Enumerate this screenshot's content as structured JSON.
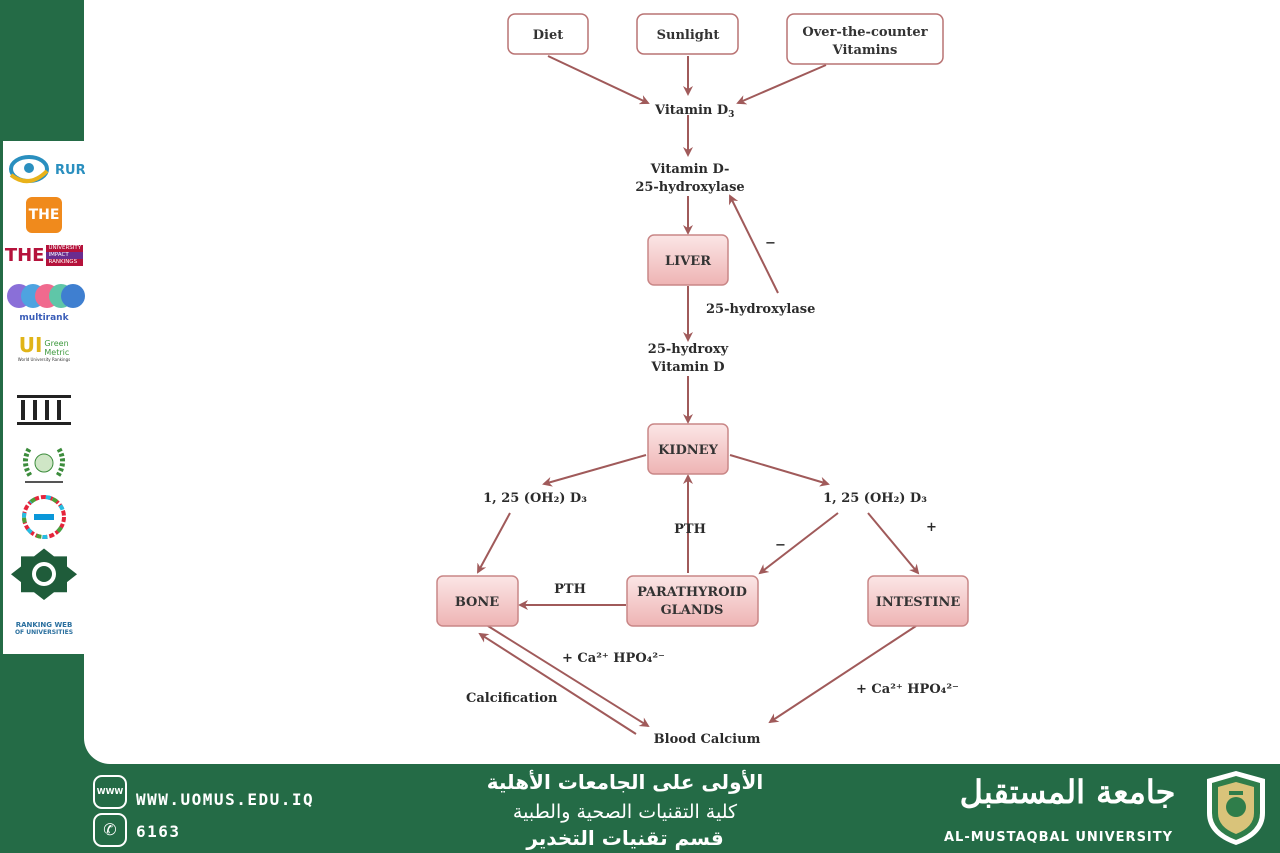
{
  "colors": {
    "green": "#246b46",
    "arrow": "#a05a5a",
    "box_fill": "#f2c6c6",
    "box_border": "#c98787"
  },
  "sidebar_logos": [
    {
      "icon": "rur-logo",
      "label": "RUR"
    },
    {
      "icon": "the-logo",
      "label": "THE"
    },
    {
      "icon": "the-impact-logo",
      "label": "THE",
      "sub": [
        "UNIVERSITY",
        "IMPACT",
        "RANKINGS"
      ]
    },
    {
      "icon": "multirank-logo",
      "label": "multirank"
    },
    {
      "icon": "greenmetric-logo",
      "label": "UI",
      "sub": [
        "Green",
        "Metric",
        "World University Rankings"
      ]
    },
    {
      "icon": "pillars-logo",
      "label": ""
    },
    {
      "icon": "arab-universities-logo",
      "label": ""
    },
    {
      "icon": "sdg-logo",
      "label": ""
    },
    {
      "icon": "arab-engineers-logo",
      "label": ""
    },
    {
      "icon": "webometrics-logo",
      "label": "RANKING WEB",
      "sub": [
        "OF UNIVERSITIES"
      ]
    }
  ],
  "diagram": {
    "boxes": {
      "diet": "Diet",
      "sunlight": "Sunlight",
      "otc": [
        "Over-the-counter",
        "Vitamins"
      ],
      "liver": "LIVER",
      "kidney": "KIDNEY",
      "bone": "BONE",
      "parathyroid": [
        "PARATHYROID",
        "GLANDS"
      ],
      "intestine": "INTESTINE"
    },
    "labels": {
      "vitamin_d3": "Vitamin D",
      "vitamin_d3_sub": "3",
      "hydroxylase_enzyme": [
        "Vitamin D-",
        "25-hydroxylase"
      ],
      "minus_1": "−",
      "hydroxylase": "25-hydroxylase",
      "hydroxy_vitd": [
        "25-hydroxy",
        "Vitamin D"
      ],
      "d3_left": "1, 25 (OH₂) D₃",
      "d3_right": "1, 25 (OH₂) D₃",
      "pth_up": "PTH",
      "pth_left": "PTH",
      "minus_2": "−",
      "plus": "+",
      "ca_bone": "+ Ca²⁺ HPO₄²⁻",
      "ca_intestine": "+ Ca²⁺ HPO₄²⁻",
      "calcification": "Calcification",
      "blood_calcium": "Blood Calcium"
    }
  },
  "footer": {
    "website_icon": "WWW",
    "website": "WWW.UOMUS.EDU.IQ",
    "phone": "6163",
    "arabic_lines": [
      "الأولى على الجامعات الأهلية",
      "كلية التقنيات الصحية والطبية",
      "قسم تقنيات التخدير"
    ],
    "uni_arabic": "جامعة المستقبل",
    "uni_english": "AL-MUSTAQBAL UNIVERSITY"
  }
}
